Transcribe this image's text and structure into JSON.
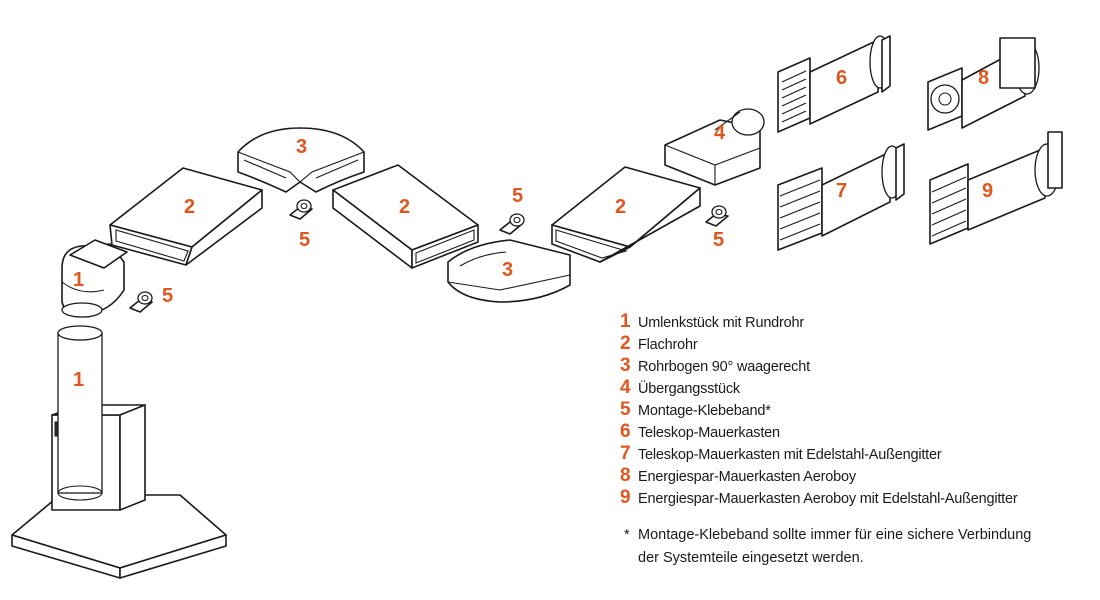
{
  "colors": {
    "accent": "#e0561f",
    "ink": "#1a1a1a"
  },
  "labels": {
    "n1": "1",
    "n2": "2",
    "n3": "3",
    "n4": "4",
    "n5": "5",
    "n6": "6",
    "n7": "7",
    "n8": "8",
    "n9": "9"
  },
  "legend": [
    {
      "num": "1",
      "text": "Umlenkstück mit Rundrohr"
    },
    {
      "num": "2",
      "text": "Flachrohr"
    },
    {
      "num": "3",
      "text": "Rohrbogen 90° waagerecht"
    },
    {
      "num": "4",
      "text": "Übergangsstück"
    },
    {
      "num": "5",
      "text": "Montage-Klebeband*"
    },
    {
      "num": "6",
      "text": "Teleskop-Mauerkasten"
    },
    {
      "num": "7",
      "text": "Teleskop-Mauerkasten mit Edelstahl-Außengitter"
    },
    {
      "num": "8",
      "text": "Energiespar-Mauerkasten Aeroboy"
    },
    {
      "num": "9",
      "text": "Energiespar-Mauerkasten Aeroboy mit Edelstahl-Außengitter"
    }
  ],
  "note": {
    "star": "*",
    "line1": "Montage-Klebeband sollte immer für eine sichere Verbindung",
    "line2": "der Systemteile eingesetzt werden."
  }
}
